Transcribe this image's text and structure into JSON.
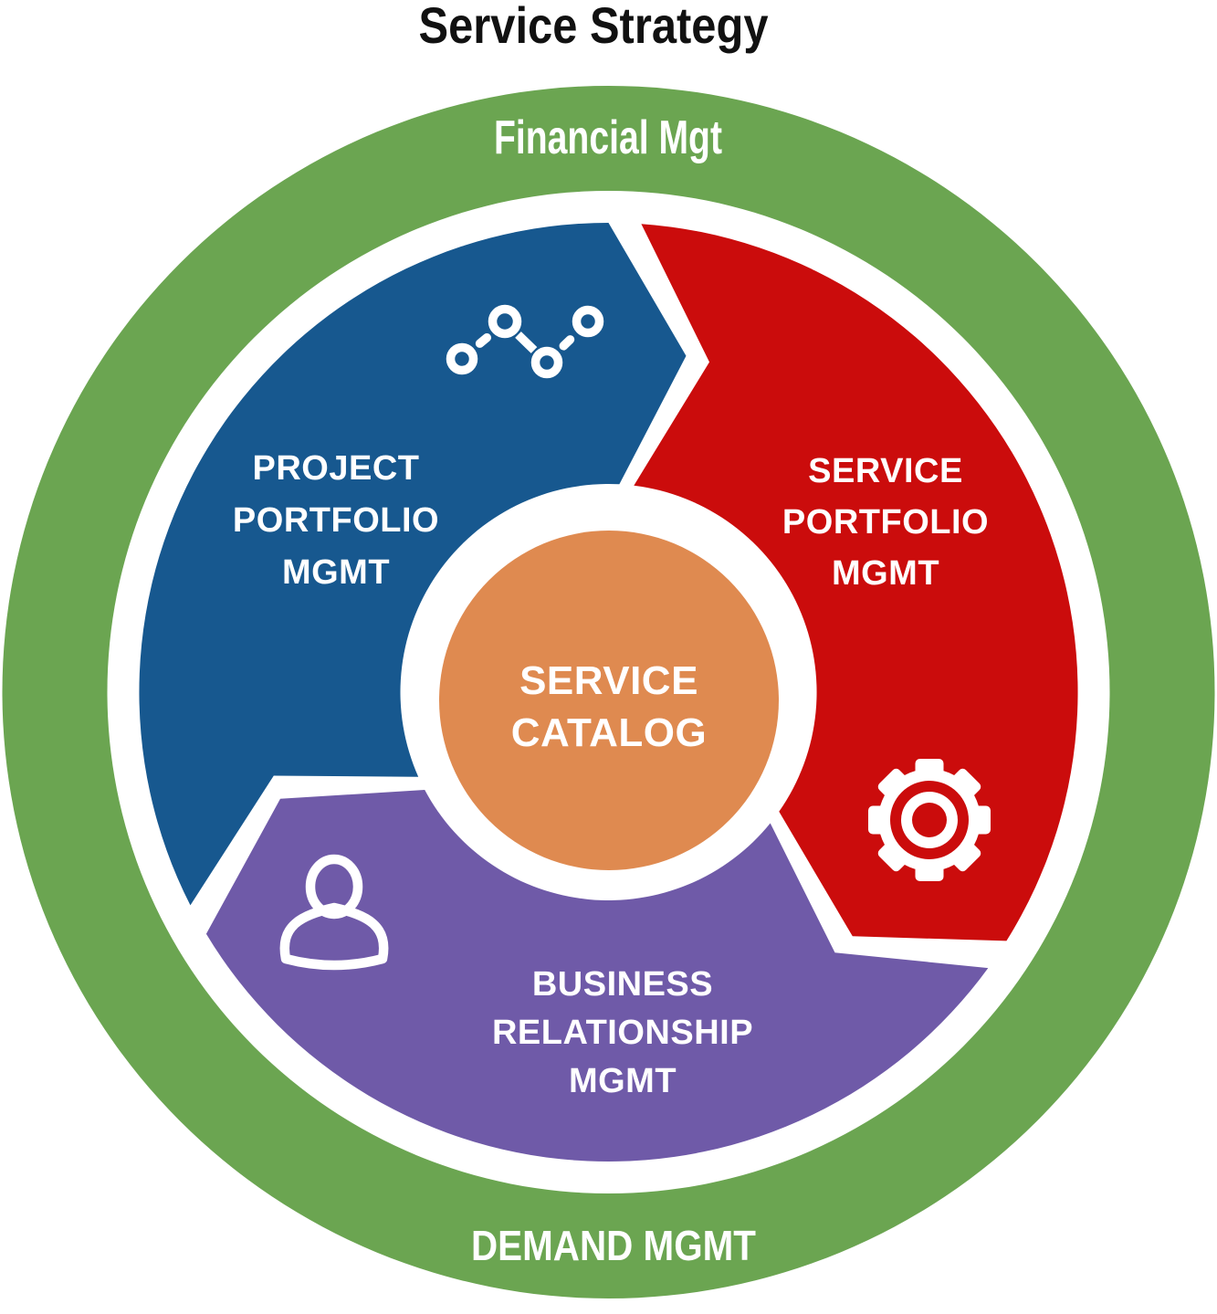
{
  "title": "Service Strategy",
  "title_color": "#111111",
  "ring": {
    "label_top": "Financial Mgt",
    "label_bottom": "DEMAND MGMT",
    "color": "#6BA551",
    "text_color": "#FFFFFF"
  },
  "segments": {
    "project_portfolio": {
      "lines": [
        "PROJECT",
        "PORTFOLIO",
        "MGMT"
      ],
      "color": "#17588F",
      "icon": "trend-nodes-icon"
    },
    "service_portfolio": {
      "lines": [
        "SERVICE",
        "PORTFOLIO",
        "MGMT"
      ],
      "color": "#CB0C0C",
      "icon": "gear-icon"
    },
    "business_relationship": {
      "lines": [
        "BUSINESS",
        "RELATIONSHIP",
        "MGMT"
      ],
      "color": "#6F5AA8",
      "icon": "person-icon"
    }
  },
  "center": {
    "lines": [
      "SERVICE",
      "CATALOG"
    ],
    "color": "#DF8A50"
  }
}
